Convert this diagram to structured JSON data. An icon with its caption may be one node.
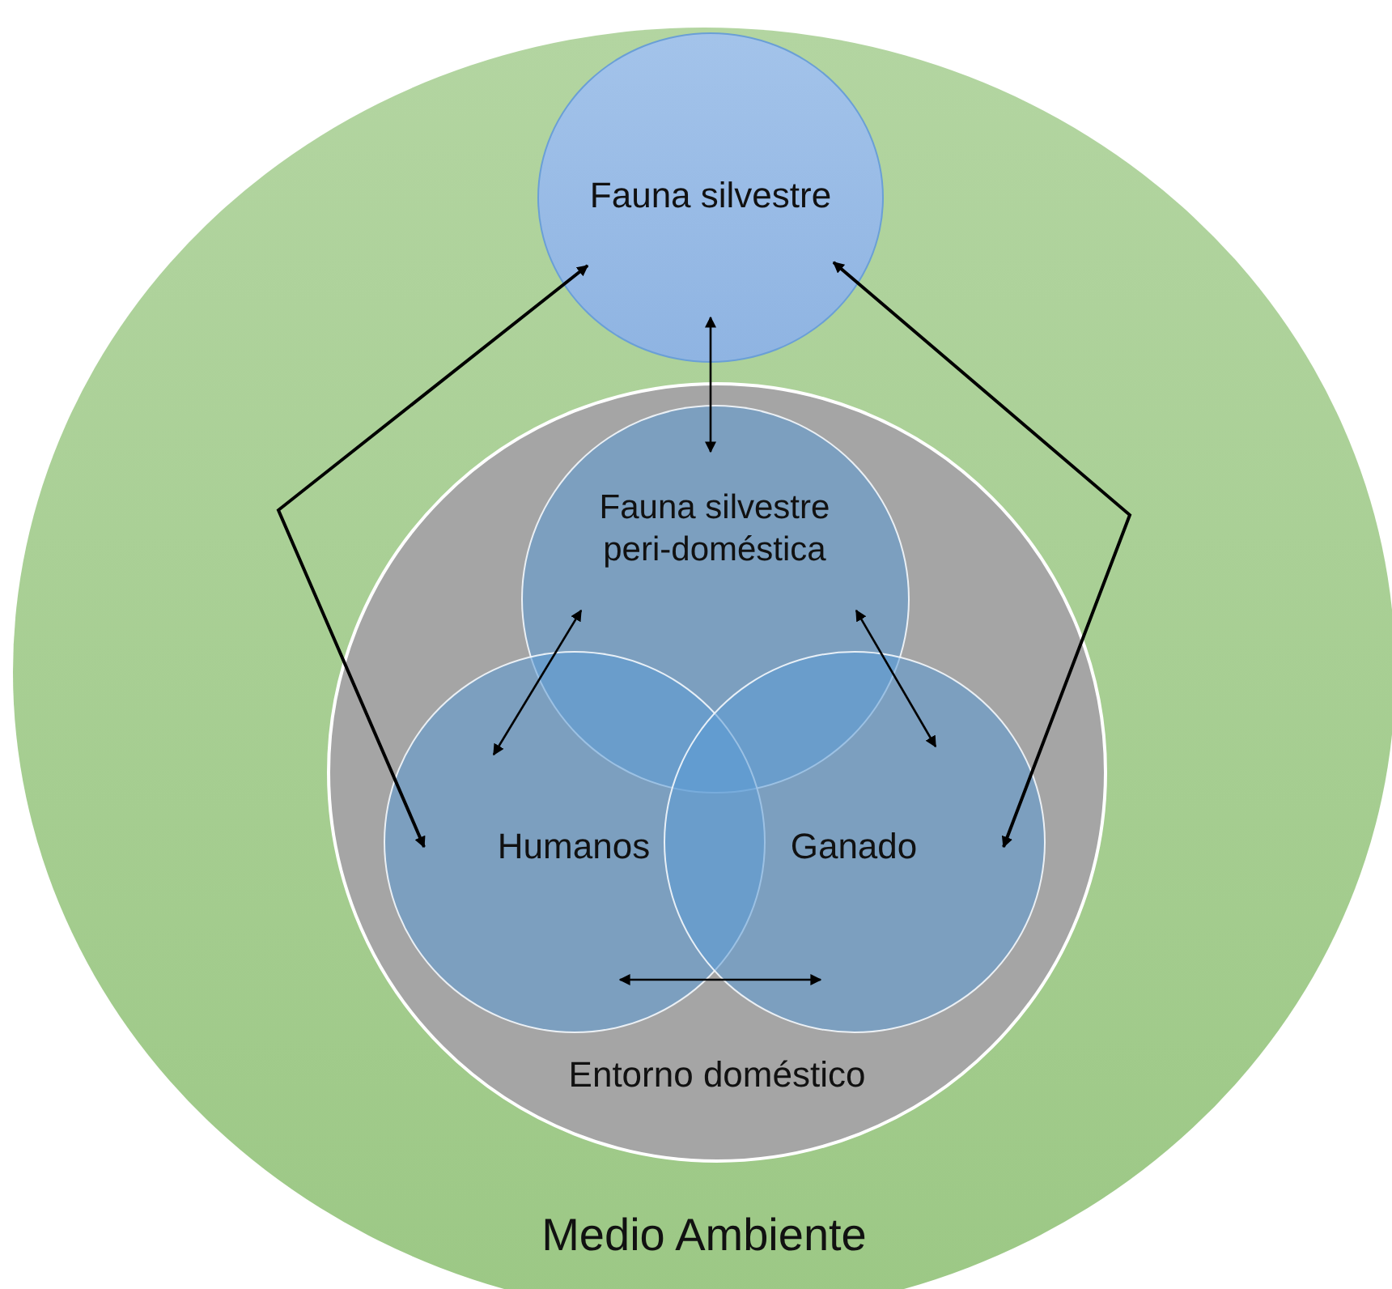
{
  "diagram": {
    "nodes": [
      {
        "text": [
          "Medio Ambiente"
        ]
      },
      {
        "text": [
          "Fauna silvestre"
        ],
        "in": 0
      },
      {
        "text": [
          "Entorno doméstico"
        ],
        "in": 0
      },
      {
        "text": [
          "Fauna silvestre peri-doméstica"
        ],
        "in": 2
      },
      {
        "text": [
          "Humanos"
        ],
        "in": 2
      },
      {
        "text": [
          "Ganado"
        ],
        "in": 2
      }
    ],
    "edges": [
      {
        "from": 1,
        "to": 3,
        "arrow": "both"
      },
      {
        "from": 1,
        "to": 4,
        "arrow": "both"
      },
      {
        "from": 1,
        "to": 5,
        "arrow": "both"
      },
      {
        "from": 3,
        "to": 4,
        "arrow": "both"
      },
      {
        "from": 3,
        "to": 5,
        "arrow": "both"
      },
      {
        "from": 4,
        "to": 5,
        "arrow": "both"
      }
    ]
  }
}
